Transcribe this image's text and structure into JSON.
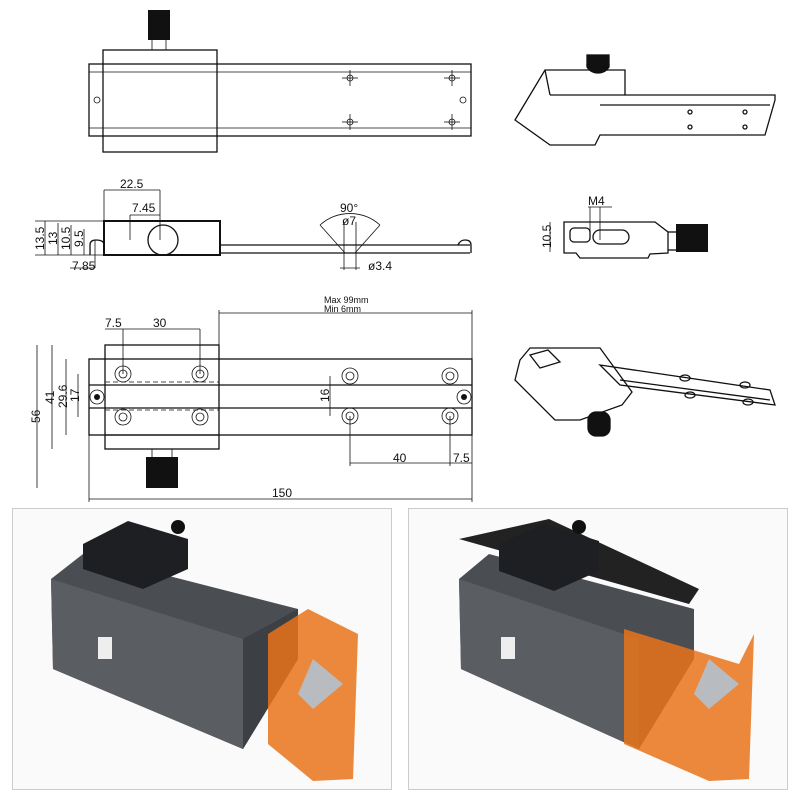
{
  "side_view": {
    "d1": "22.5",
    "d2": "7.45",
    "d3": "13.5",
    "d4": "13",
    "d5": "10.5",
    "d6": "9.5",
    "d7": "7.85",
    "angle": "90°",
    "hole_outer": "ø7",
    "hole_inner": "ø3.4"
  },
  "end_view": {
    "thread": "M4",
    "height": "10.5"
  },
  "bottom_view": {
    "d1": "7.5",
    "d2": "30",
    "stroke_max": "Max  99mm",
    "stroke_min": "Min   6mm",
    "h1": "56",
    "h2": "41",
    "h3": "29.6",
    "h4": "17",
    "h5": "16",
    "d3": "40",
    "d4": "7.5",
    "length": "150"
  },
  "colors": {
    "housing": "#4a4d52",
    "shield": "#e8731a",
    "carriage": "#1e1f22"
  }
}
